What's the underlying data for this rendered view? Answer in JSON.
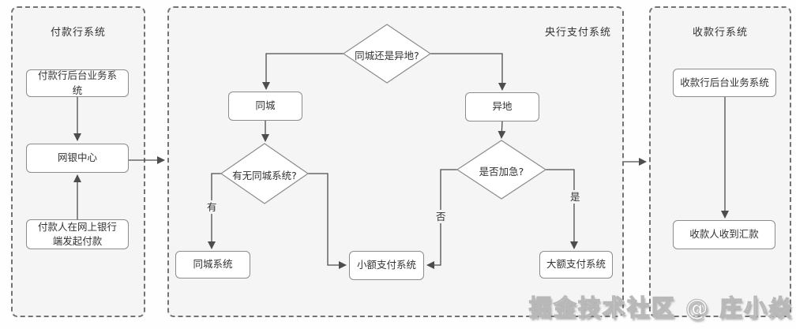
{
  "containers": {
    "left": {
      "title": "付款行系统"
    },
    "middle": {
      "title": "央行支付系统"
    },
    "right": {
      "title": "收款行系统"
    }
  },
  "nodes": {
    "payer_backend": "付款行后台业务系统",
    "ebank_center": "网银中心",
    "payer_initiate": "付款人在网上银行端发起付款",
    "same_city": "同城",
    "remote": "异地",
    "city_system": "同城系统",
    "small_pay": "小额支付系统",
    "large_pay": "大额支付系统",
    "payee_backend": "收款行后台业务系统",
    "payee_receive": "收款人收到汇款"
  },
  "decisions": {
    "city_or_remote": "同城还是异地?",
    "has_city_system": "有无同城系统?",
    "is_urgent": "是否加急?"
  },
  "edge_labels": {
    "has": "有",
    "no": "否",
    "yes": "是"
  },
  "watermark": "掘金技术社区 @ 庄小焱",
  "colors": {
    "container_fill": "#f5f5f5",
    "container_border": "#737373",
    "node_fill": "#ffffff",
    "node_border": "#8c8c8c",
    "edge": "#4d4d4d",
    "text": "#333333",
    "watermark_text": "#fbfbfb"
  }
}
